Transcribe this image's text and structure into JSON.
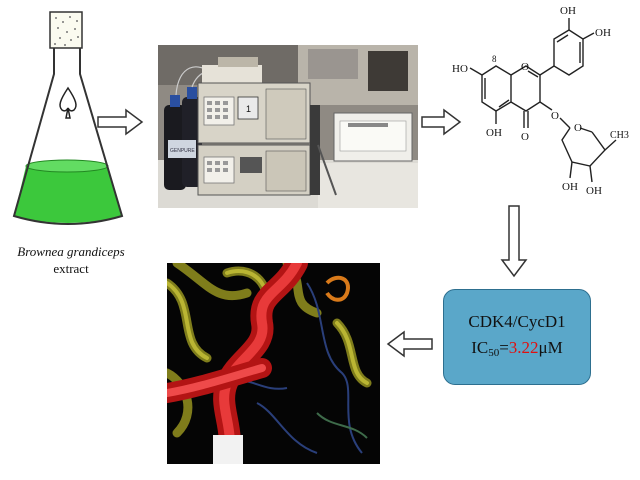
{
  "extract": {
    "species": "Brownea grandiceps",
    "type": "extract"
  },
  "instrument": {
    "display_text": "1",
    "bottle_label": "GENPURE"
  },
  "molecule": {
    "oh_top_left": "OH",
    "oh_top_right": "OH",
    "ho_left": "HO",
    "atom_8": "8",
    "oh_bottom": "OH",
    "o_carbonyl": "O",
    "o_ring": "O",
    "o_sugar_link": "O",
    "o_sugar_ring": "O",
    "ch3": "CH3",
    "oh_sugar_left": "OH",
    "oh_sugar_right": "OH"
  },
  "result": {
    "target": "CDK4/CycD1",
    "ic_prefix": "IC",
    "ic_sub": "50",
    "equals": "=",
    "ic_value": "3.22",
    "ic_unit": "μM",
    "value_color": "#e01010"
  }
}
